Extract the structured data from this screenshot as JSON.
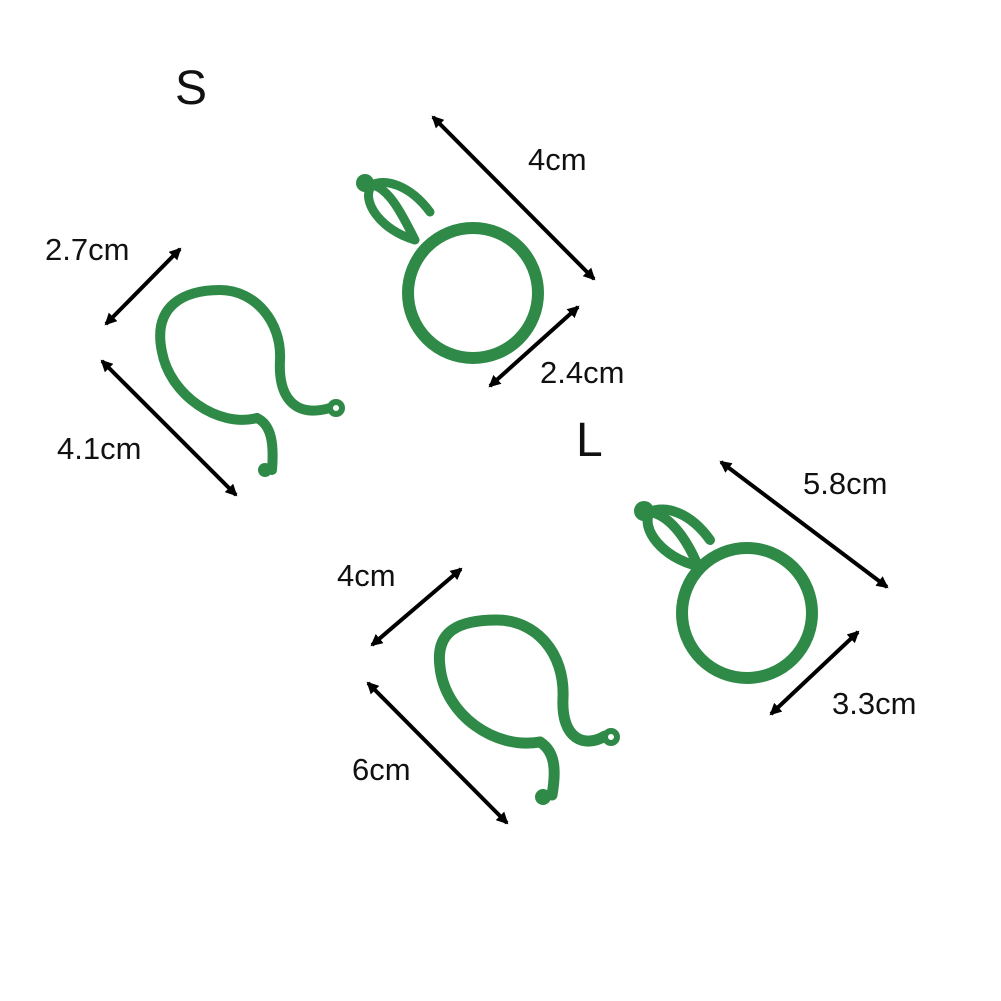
{
  "sizes": {
    "small": {
      "label": "S",
      "open_clip": {
        "top_width": "2.7cm",
        "length": "4.1cm"
      },
      "closed_clip": {
        "length": "4cm",
        "ring_diameter": "2.4cm"
      }
    },
    "large": {
      "label": "L",
      "open_clip": {
        "top_width": "4cm",
        "length": "6cm"
      },
      "closed_clip": {
        "length": "5.8cm",
        "ring_diameter": "3.3cm"
      }
    }
  },
  "colors": {
    "clip": "#2f8a48",
    "clip_edge": "#246f39",
    "arrow": "#000000",
    "text": "#111111",
    "background": "#ffffff"
  }
}
